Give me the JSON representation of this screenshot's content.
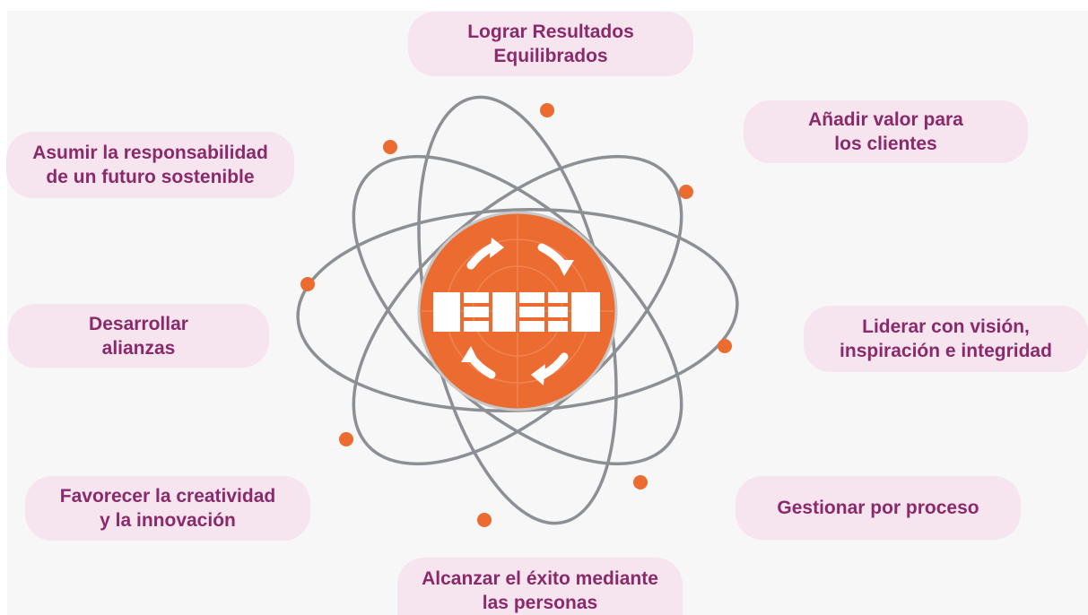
{
  "colors": {
    "pill_bg": "#f6e4ee",
    "pill_text": "#8a2a6b",
    "orbit": "#8c8f93",
    "accent_orange": "#ec6b30",
    "logo_block": "#ffffff"
  },
  "center_logo": {
    "icon": "efqm-logo-icon",
    "arrows": "cycle-arrows-icon"
  },
  "principles": {
    "top": {
      "line1": "Lograr Resultados",
      "line2": "Equilibrados"
    },
    "top_right": {
      "line1": "Añadir valor para",
      "line2": "los clientes"
    },
    "right": {
      "line1": "Liderar con visión,",
      "line2": "inspiración e integridad"
    },
    "bottom_right": {
      "line1": "Gestionar por proceso"
    },
    "bottom": {
      "line1": "Alcanzar el éxito mediante",
      "line2": "las personas"
    },
    "bottom_left": {
      "line1": "Favorecer la creatividad",
      "line2": "y la innovación"
    },
    "left": {
      "line1": "Desarrollar",
      "line2": "alianzas"
    },
    "top_left": {
      "line1": "Asumir la responsabilidad",
      "line2": "de un futuro sostenible"
    }
  }
}
